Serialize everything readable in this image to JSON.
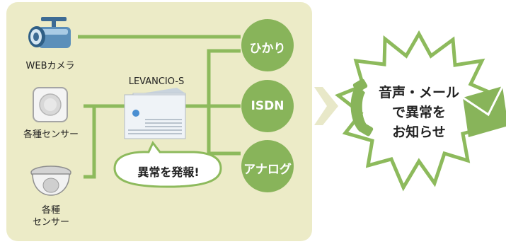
{
  "devices": {
    "web_camera_label": "WEBカメラ",
    "sensor1_label": "各種センサー",
    "sensor2_label_line1": "各種",
    "sensor2_label_line2": "センサー"
  },
  "controller": {
    "name": "LEVANCIO-S",
    "alert_text": "異常を発報!"
  },
  "lines": {
    "hikari": "ひかり",
    "isdn": "ISDN",
    "analog": "アナログ"
  },
  "notification": {
    "line1": "音声・メール",
    "line2": "で異常を",
    "line3": "お知らせ"
  },
  "colors": {
    "panel_bg": "#ecebc7",
    "line_green": "#8dba5c",
    "circle_green": "#88b45a",
    "burst_fill": "#ffffff",
    "burst_stroke": "#8dba5c"
  }
}
